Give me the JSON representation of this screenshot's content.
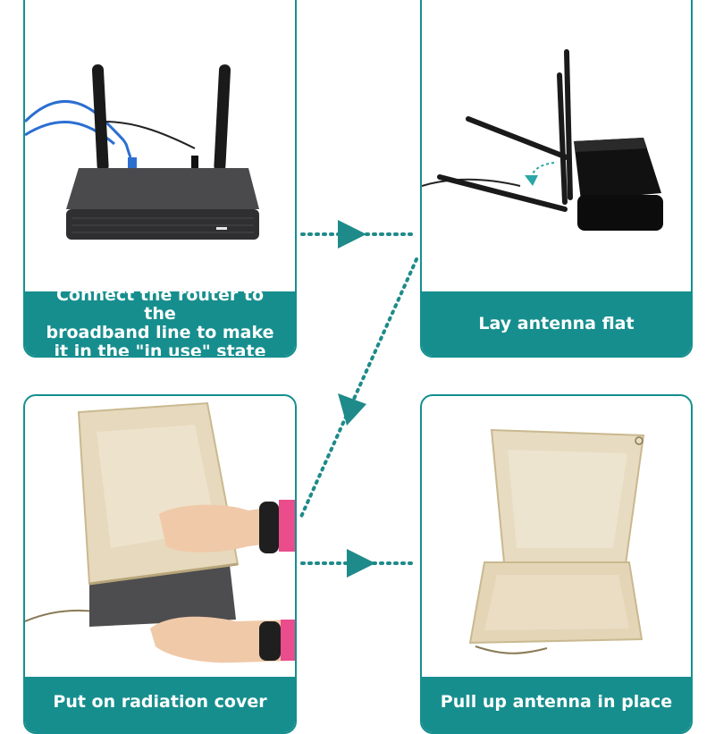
{
  "colors": {
    "accent": "#178e8e",
    "caption_text": "#ffffff",
    "background": "#ffffff"
  },
  "steps": [
    {
      "lines": [
        "Connect the router to the",
        "broadband line to make",
        "it in the \"in use\" state"
      ],
      "image": "router-with-antennas-up-connected"
    },
    {
      "lines": [
        "Lay antenna flat"
      ],
      "image": "router-with-antennas-flat"
    },
    {
      "lines": [
        "Put on radiation cover"
      ],
      "image": "hands-putting-cover-on-router"
    },
    {
      "lines": [
        "Pull up antenna in place"
      ],
      "image": "router-inside-radiation-cover"
    }
  ],
  "arrows": [
    {
      "from": "step-1",
      "to": "step-2",
      "style": "dotted"
    },
    {
      "from": "step-2",
      "to": "step-3",
      "style": "dotted"
    },
    {
      "from": "step-3",
      "to": "step-4",
      "style": "dotted"
    }
  ]
}
